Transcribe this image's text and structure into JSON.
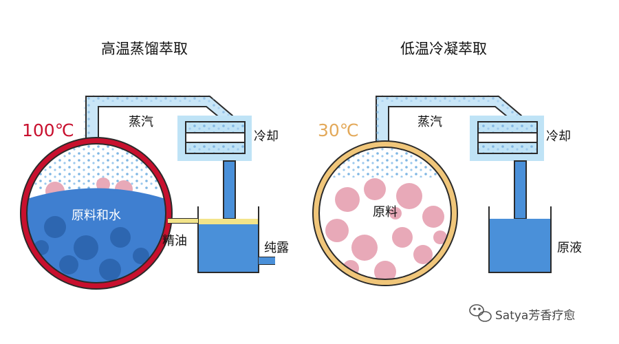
{
  "left": {
    "title": "高温蒸馏萃取",
    "temperature": "100℃",
    "steam_label": "蒸汽",
    "cooling_label": "冷却",
    "flask_label": "原料和水",
    "oil_label": "精油",
    "hydrosol_label": "纯露"
  },
  "right": {
    "title": "低温冷凝萃取",
    "temperature": "30℃",
    "steam_label": "蒸汽",
    "cooling_label": "冷却",
    "flask_label": "原料",
    "liquid_label": "原液"
  },
  "watermark": {
    "text": "Satya芳香疗愈",
    "icon": "wechat-icon"
  },
  "colors": {
    "hot_ring": "#c8102e",
    "warm_ring": "#f0c67a",
    "water": "#3f7fd0",
    "raw_material": "#e8a9b8",
    "oil": "#f3e48a",
    "pipe_fill": "#c9e6f7",
    "cooler_bg": "#bfe3f6",
    "liquid": "#4a90d9",
    "hot_text": "#c8102e",
    "warm_text": "#e3a95a"
  }
}
